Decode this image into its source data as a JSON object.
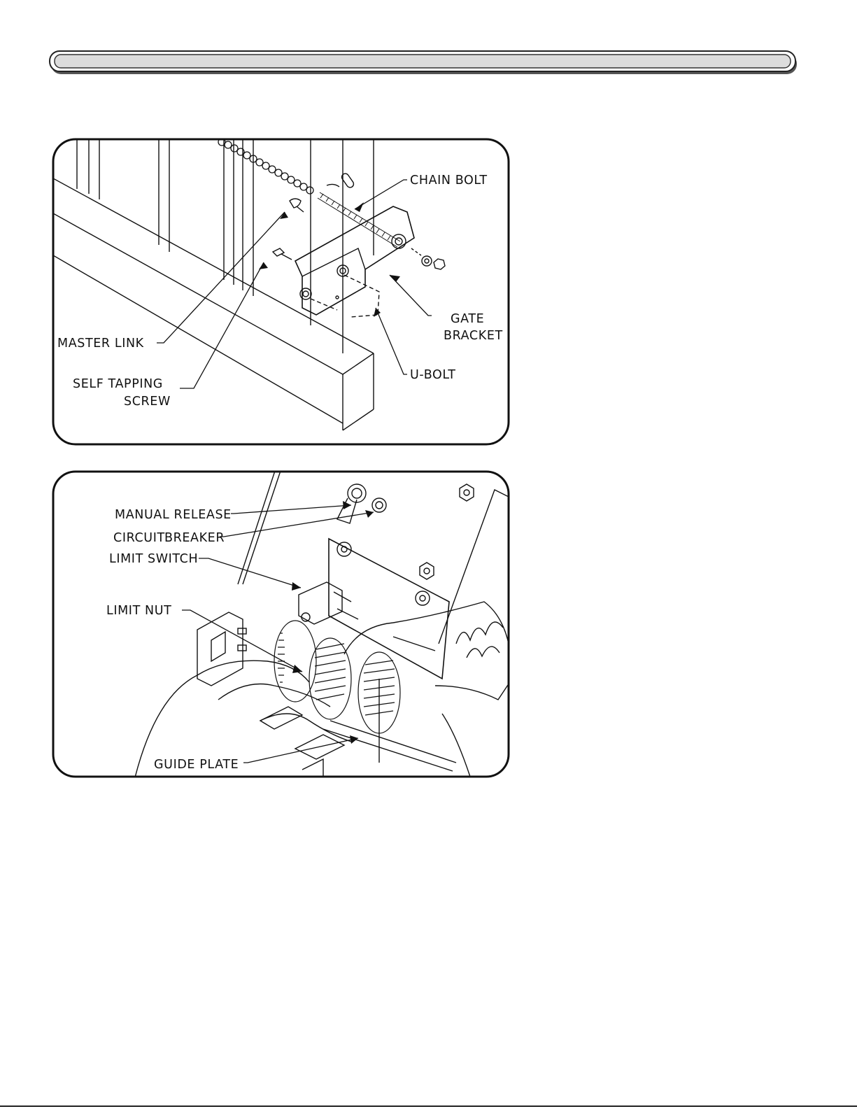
{
  "figure_top": {
    "labels": {
      "chain_bolt": "CHAIN BOLT",
      "gate": "GATE",
      "bracket": "BRACKET",
      "u_bolt": "U-BOLT",
      "master_link": "MASTER LINK",
      "self_tapping": "SELF TAPPING",
      "screw": "SCREW"
    }
  },
  "figure_bottom": {
    "labels": {
      "manual_release": "MANUAL RELEASE",
      "circuit": "CIRCUIT",
      "breaker": "BREAKER",
      "limit_switch": "LIMIT SWITCH",
      "limit_nut": "LIMIT NUT",
      "guide_plate": "GUIDE PLATE"
    }
  }
}
